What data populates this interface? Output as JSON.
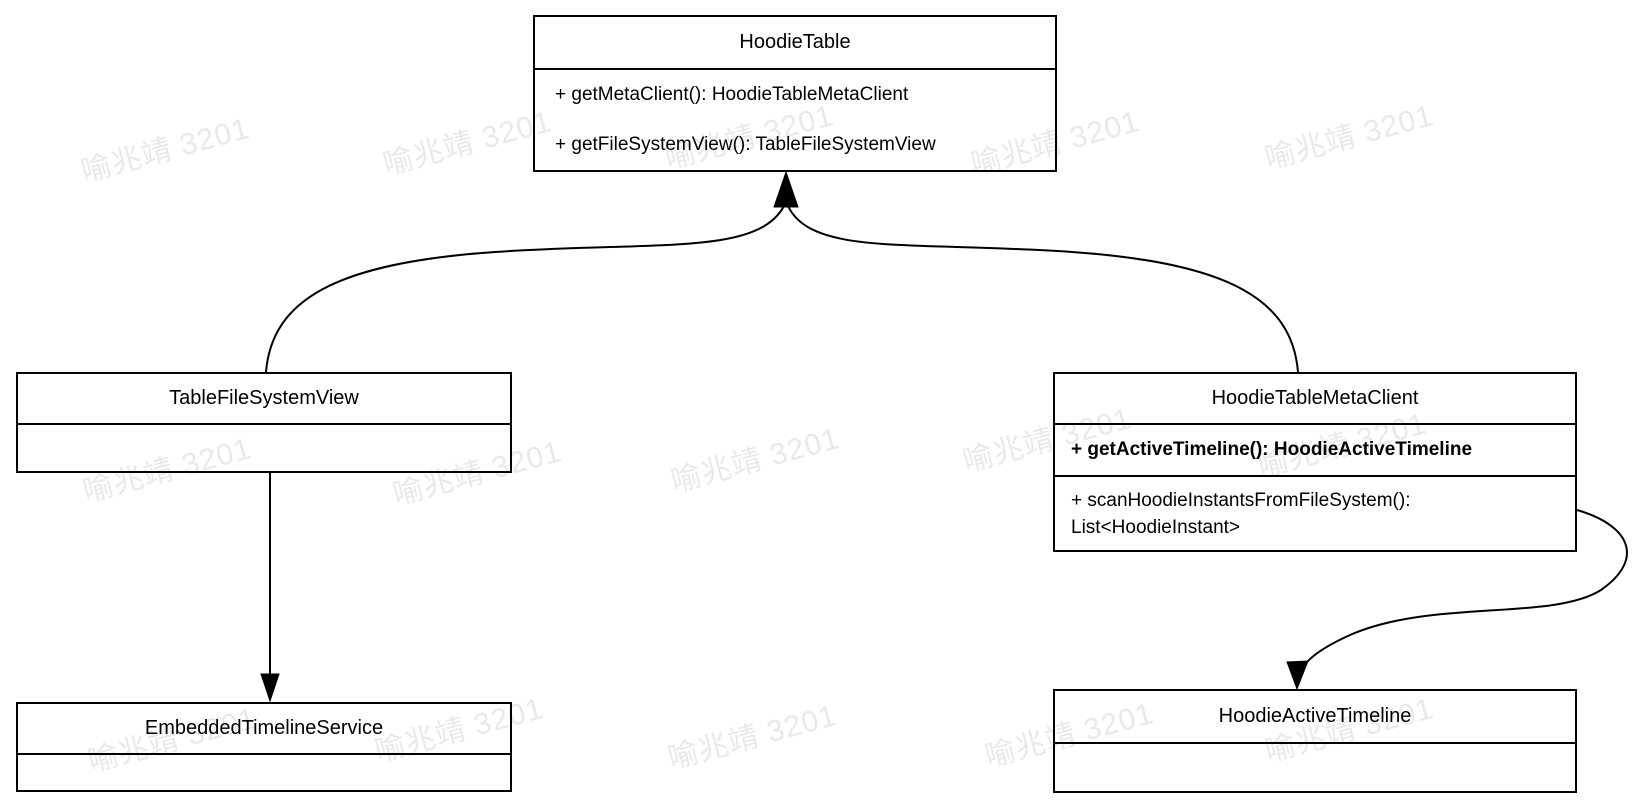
{
  "diagram": {
    "type": "uml-class-diagram",
    "classes": [
      {
        "name": "HoodieTable",
        "methods": [
          "+ getMetaClient(): HoodieTableMetaClient",
          "+ getFileSystemView(): TableFileSystemView"
        ]
      },
      {
        "name": "TableFileSystemView",
        "methods": []
      },
      {
        "name": "HoodieTableMetaClient",
        "methods": [
          "+ getActiveTimeline(): HoodieActiveTimeline",
          "+ scanHoodieInstantsFromFileSystem(): List<HoodieInstant>"
        ]
      },
      {
        "name": "EmbeddedTimelineService",
        "methods": []
      },
      {
        "name": "HoodieActiveTimeline",
        "methods": []
      }
    ],
    "relations": [
      {
        "from": "TableFileSystemView",
        "to": "HoodieTable",
        "style": "curved-solid-arrow"
      },
      {
        "from": "HoodieTableMetaClient",
        "to": "HoodieTable",
        "style": "curved-solid-arrow"
      },
      {
        "from": "TableFileSystemView",
        "to": "EmbeddedTimelineService",
        "style": "straight-solid-arrow"
      },
      {
        "from": "HoodieTableMetaClient",
        "to": "HoodieActiveTimeline",
        "style": "s-curved-solid-arrow"
      }
    ]
  },
  "watermark": {
    "text": "喻兆靖 3201",
    "color": "#e9e9e9"
  },
  "colors": {
    "line": "#000000",
    "background": "#ffffff"
  }
}
